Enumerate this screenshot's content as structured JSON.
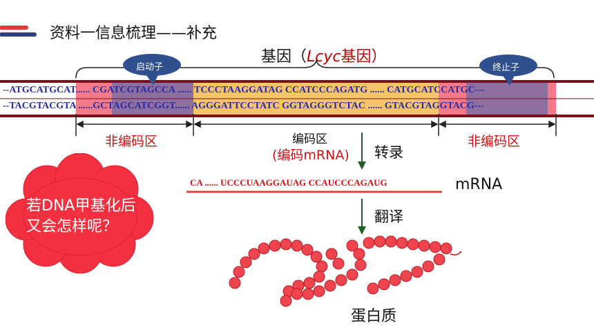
{
  "title": "资料一信息梳理——补充",
  "gene_label": {
    "prefix": "基因（",
    "italic": "Lcyc",
    "suffix": "基因）"
  },
  "promoter_label": "启动子",
  "terminator_label": "终止子",
  "dna": {
    "strand1": "--ATGCATGCAT...... CGATCGTAGCCA ...... TCCCTAAGGATAG CCATCCCAGATG ...... CATGCATCCATGC---",
    "strand2": "--TACGTACGTA ......GCTAGCATCGGT...... AGGGATTCCTATC GGTAGGGTCTAC ...... GTACGTAGGTACG---"
  },
  "regions": {
    "left": "非编码区",
    "middle": "编码区",
    "middle_sub": "(编码mRNA)",
    "right": "非编码区"
  },
  "transcription_label": "转录",
  "mrna_sequence": "CA ...... UCCCUAAGGAUAG CCAUCCCAGAUG",
  "mrna_label": "mRNA",
  "translation_label": "翻译",
  "cloud_text": "若DNA甲基化后又会怎样呢？",
  "protein_label": "蛋白质",
  "colors": {
    "red": "#d01010",
    "dark_red": "#7a0f18",
    "promoter_purple": "#6a4a8a",
    "coding_yellow": "#f5c36a",
    "bubble_blue": "#2f4f8f",
    "arrow_green": "#1f5f1f"
  }
}
